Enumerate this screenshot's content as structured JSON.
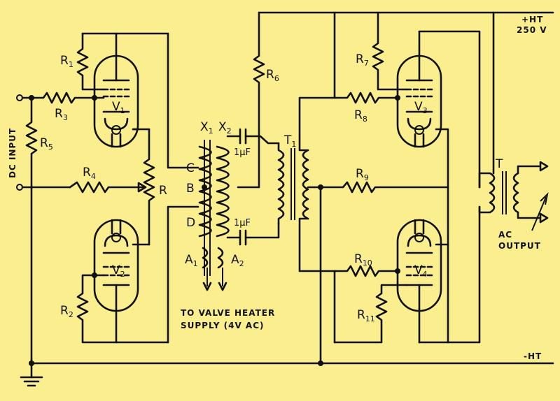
{
  "colors": {
    "background": "#fbee8f",
    "ink": "#111111"
  },
  "labels": {
    "hv_plus_line1": "+HT",
    "hv_plus_line2": "250 V",
    "hv_minus": "-HT",
    "dc_input": "DC INPUT",
    "ac_output_line1": "AC",
    "ac_output_line2": "OUTPUT",
    "heater_line1": "TO VALVE HEATER",
    "heater_line2": "SUPPLY (4V AC)",
    "cap_top": "1μF",
    "cap_bottom": "1μF"
  },
  "components": {
    "r1": "R",
    "r1_sub": "1",
    "r2": "R",
    "r2_sub": "2",
    "r3": "R",
    "r3_sub": "3",
    "r4": "R",
    "r4_sub": "4",
    "r5": "R",
    "r5_sub": "5",
    "r6": "R",
    "r6_sub": "6",
    "r7": "R",
    "r7_sub": "7",
    "r8": "R",
    "r8_sub": "8",
    "r9": "R",
    "r9_sub": "9",
    "r10": "R",
    "r10_sub": "10",
    "r11": "R",
    "r11_sub": "11",
    "pot": "R",
    "v1": "V",
    "v1_sub": "1",
    "v2": "V",
    "v2_sub": "2",
    "v3": "V",
    "v3_sub": "3",
    "v4": "V",
    "v4_sub": "4",
    "x1": "X",
    "x1_sub": "1",
    "x2": "X",
    "x2_sub": "2",
    "a1": "A",
    "a1_sub": "1",
    "a2": "A",
    "a2_sub": "2",
    "t1": "T",
    "t1_sub": "1",
    "t_out": "T",
    "tap_c": "C",
    "tap_b": "B",
    "tap_d": "D"
  }
}
